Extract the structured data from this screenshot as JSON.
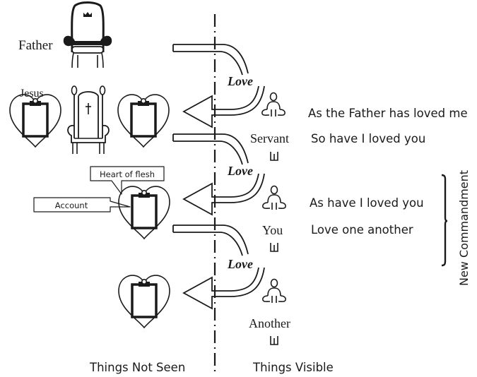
{
  "figure": {
    "divider_regions": {
      "left": "Things Not Seen",
      "right": "Things Visible"
    },
    "entities": {
      "father": "Father",
      "jesus": "Jesus",
      "servant": "Servant",
      "you": "You",
      "another": "Another"
    },
    "love_labels": [
      "Love",
      "Love",
      "Love"
    ],
    "quotes": {
      "q1": "As the Father has loved me",
      "q2": "So have I loved you",
      "q3": "As have I loved you",
      "q4": "Love one another"
    },
    "bracket_label": "New Commandment",
    "callouts": {
      "heart": "Heart of flesh",
      "account": "Account"
    },
    "icons": {
      "throne_crown": "throne-crown-icon",
      "throne_cross": "throne-cross-icon",
      "heart_clipboard": "heart-clipboard-icon",
      "person": "person-icon",
      "arrow": "curved-arrow-icon"
    },
    "colors": {
      "ink": "#1a1a1a",
      "background": "#ffffff"
    }
  }
}
